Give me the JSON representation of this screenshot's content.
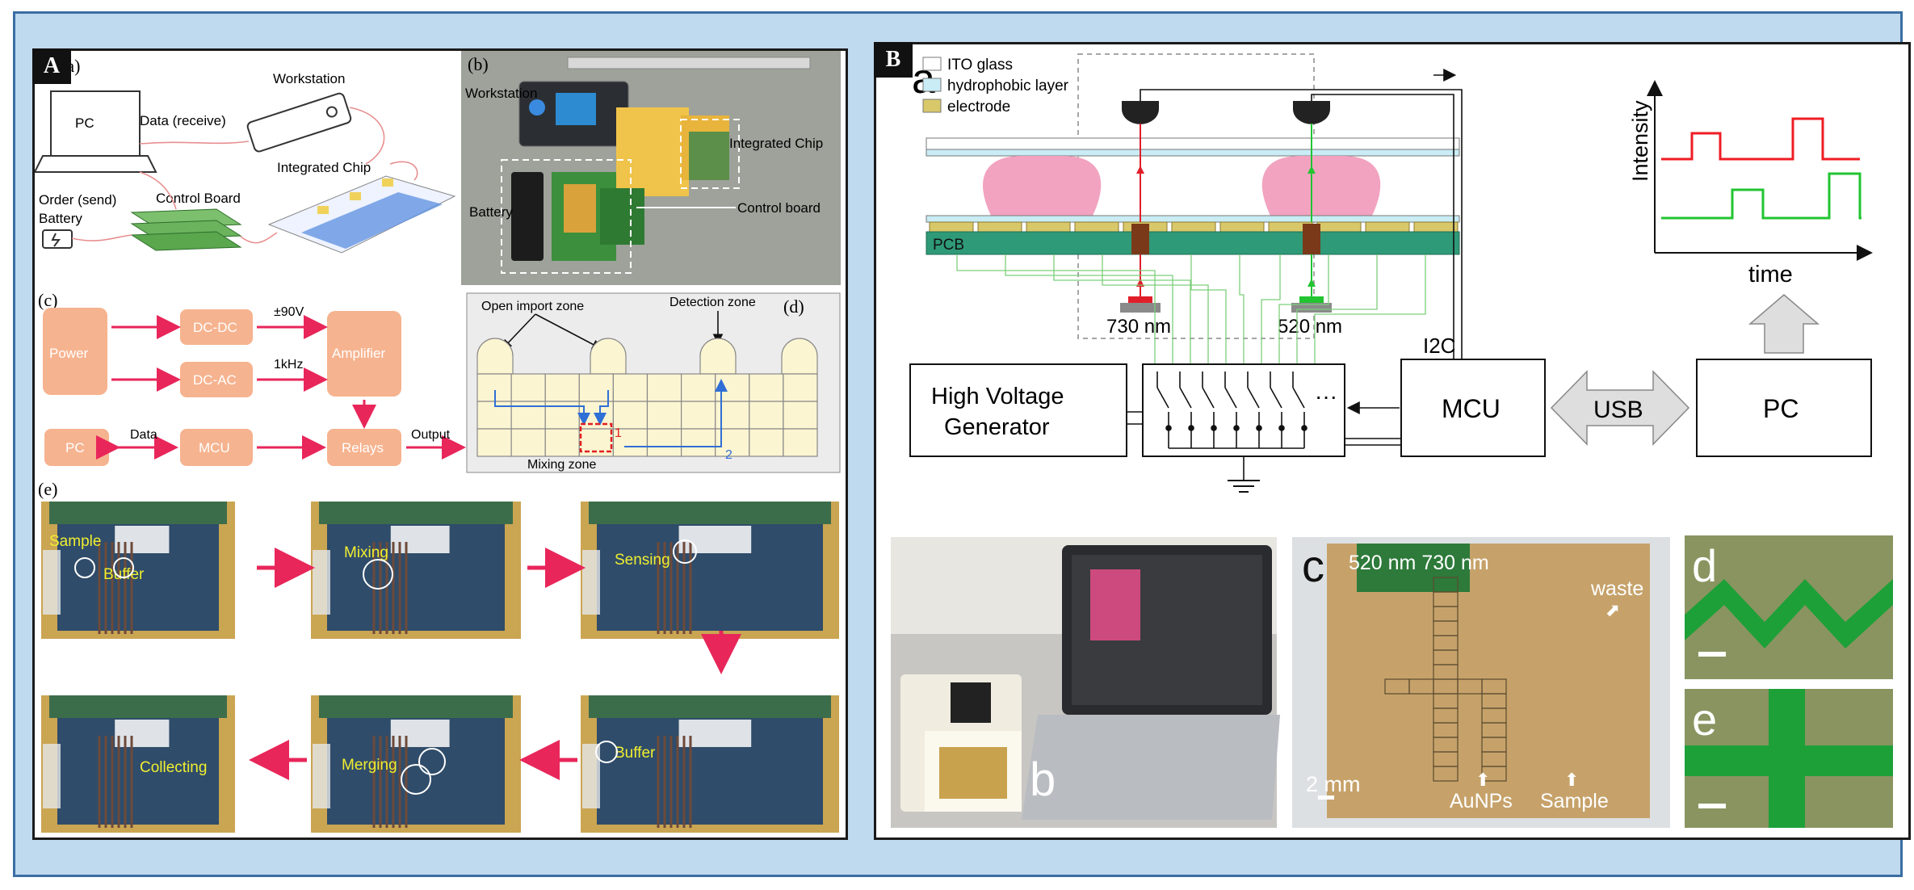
{
  "panel_A": {
    "tag": "A",
    "a": {
      "label": "(a)",
      "pc": "PC",
      "workstation": "Workstation",
      "data_receive": "Data (receive)",
      "order_send": "Order (send)",
      "battery": "Battery",
      "control_board": "Control Board",
      "integrated_chip": "Integrated Chip"
    },
    "b": {
      "label": "(b)",
      "workstation": "Workstation",
      "integrated_chip": "Integrated Chip",
      "battery": "Battery",
      "control_board": "Control board"
    },
    "c": {
      "label": "(c)",
      "power": "Power",
      "dcdc": "DC-DC",
      "dcac": "DC-AC",
      "v90": "±90V",
      "khz": "1kHz",
      "amplifier": "Amplifier",
      "pc": "PC",
      "mcu": "MCU",
      "relays": "Relays",
      "data": "Data",
      "output": "Output"
    },
    "d": {
      "label": "(d)",
      "open_import": "Open import zone",
      "detection": "Detection zone",
      "mixing": "Mixing zone",
      "n1": "1",
      "n2": "2"
    },
    "e": {
      "label": "(e)",
      "sample": "Sample",
      "buffer": "Buffer",
      "mixing": "Mixing",
      "sensing": "Sensing",
      "buffer2": "Buffer",
      "merging": "Merging",
      "collecting": "Collecting"
    }
  },
  "panel_B": {
    "tag": "B",
    "a": {
      "label": "a",
      "legend_ito": "ITO glass",
      "legend_hydro": "hydrophobic layer",
      "legend_electrode": "electrode",
      "pcb": "PCB",
      "nm730": "730 nm",
      "nm520": "520 nm",
      "i2c": "I2C",
      "hv1": "High Voltage",
      "hv2": "Generator",
      "mcu": "MCU",
      "usb": "USB",
      "pc": "PC",
      "intensity": "Intensity",
      "time": "time",
      "dots": "···"
    },
    "b": {
      "label": "b"
    },
    "c": {
      "label": "c",
      "nm": "520 nm 730 nm",
      "waste": "waste",
      "scale": "2 mm",
      "aunps": "AuNPs",
      "sample": "Sample"
    },
    "d": {
      "label": "d"
    },
    "e": {
      "label": "e"
    }
  },
  "colors": {
    "frame_bg": "#bfd9ee",
    "orange_block": "#f6b38f",
    "arrow_red": "#e8265a",
    "red_signal": "#ef1c24",
    "green_signal": "#22c432",
    "droplet_pink": "#f2a3c0",
    "pcb_green": "#2f9a78",
    "electrode_yellow": "#d9c86a"
  }
}
